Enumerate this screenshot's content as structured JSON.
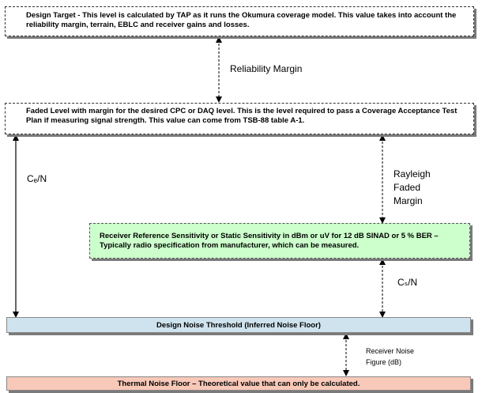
{
  "boxes": {
    "design_target": "Design Target - This level is calculated by TAP as it runs the Okumura coverage model. This value takes into account the reliability margin, terrain, EBLC and receiver gains and losses.",
    "faded_level": "Faded Level with margin for the desired CPC or DAQ level. This is the level required to pass a Coverage Acceptance Test Plan if measuring signal strength. This value can come from TSB-88 table A-1.",
    "receiver_sensitivity": "Receiver Reference Sensitivity or Static Sensitivity in dBm or uV for 12 dB SINAD or 5 % BER – Typically radio specification from manufacturer, which can be measured.",
    "design_noise": "Design Noise Threshold (Inferred Noise Floor)",
    "thermal_noise": "Thermal Noise Floor – Theoretical value that can only be calculated."
  },
  "labels": {
    "reliability_margin": "Reliability Margin",
    "cf_n": "Cₑ/N",
    "rayleigh": "Rayleigh",
    "faded": "Faded",
    "margin": "Margin",
    "cs_n": "Cₛ/N",
    "receiver_noise": "Receiver Noise",
    "figure_db": "Figure (dB)"
  }
}
